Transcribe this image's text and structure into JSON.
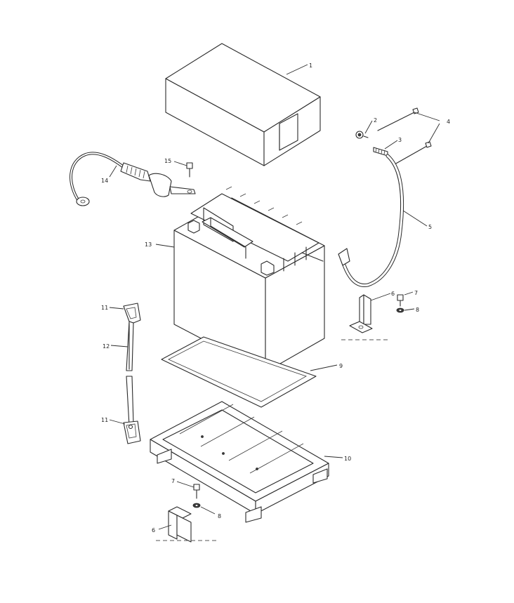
{
  "diagram": {
    "callouts": {
      "c1": "1",
      "c2": "2",
      "c3": "3",
      "c4": "4",
      "c5": "5",
      "c6a": "6",
      "c7a": "7",
      "c8a": "8",
      "c9": "9",
      "c10": "10",
      "c11a": "11",
      "c12": "12",
      "c11b": "11",
      "c13": "13",
      "c14": "14",
      "c15": "15",
      "c7b": "7",
      "c8b": "8",
      "c6b": "6"
    }
  }
}
